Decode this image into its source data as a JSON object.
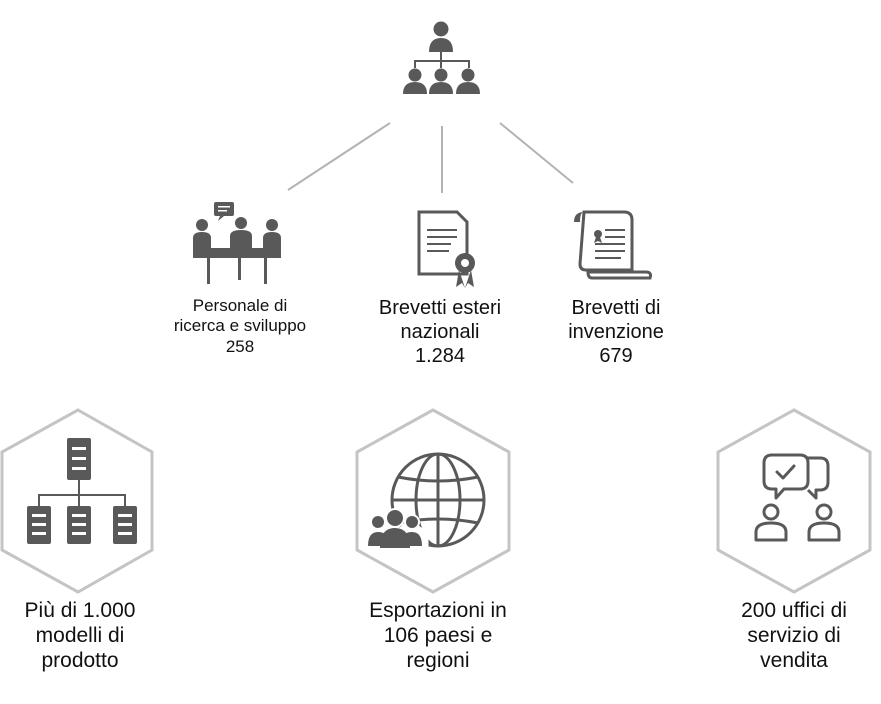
{
  "colors": {
    "icon": "#595959",
    "connector": "#b3b3b3",
    "hexagon_stroke": "#c4c4c4",
    "text": "#111111"
  },
  "top": {
    "icon": "organization-chart-icon"
  },
  "stats": [
    {
      "icon": "meeting-team-icon",
      "lines": [
        "Personale di",
        "ricerca e sviluppo",
        "258"
      ]
    },
    {
      "icon": "certificate-document-icon",
      "lines": [
        "Brevetti esteri",
        "nazionali",
        "1.284"
      ]
    },
    {
      "icon": "patent-scroll-icon",
      "lines": [
        "Brevetti di",
        "invenzione",
        "679"
      ]
    }
  ],
  "features": [
    {
      "icon": "product-hierarchy-icon",
      "lines": [
        "Più di 1.000",
        "modelli di",
        "prodotto"
      ]
    },
    {
      "icon": "globe-people-icon",
      "lines": [
        "Esportazioni in",
        "106 paesi e",
        "regioni"
      ]
    },
    {
      "icon": "service-support-icon",
      "lines": [
        "200 uffici di",
        "servizio di",
        "vendita"
      ]
    }
  ]
}
